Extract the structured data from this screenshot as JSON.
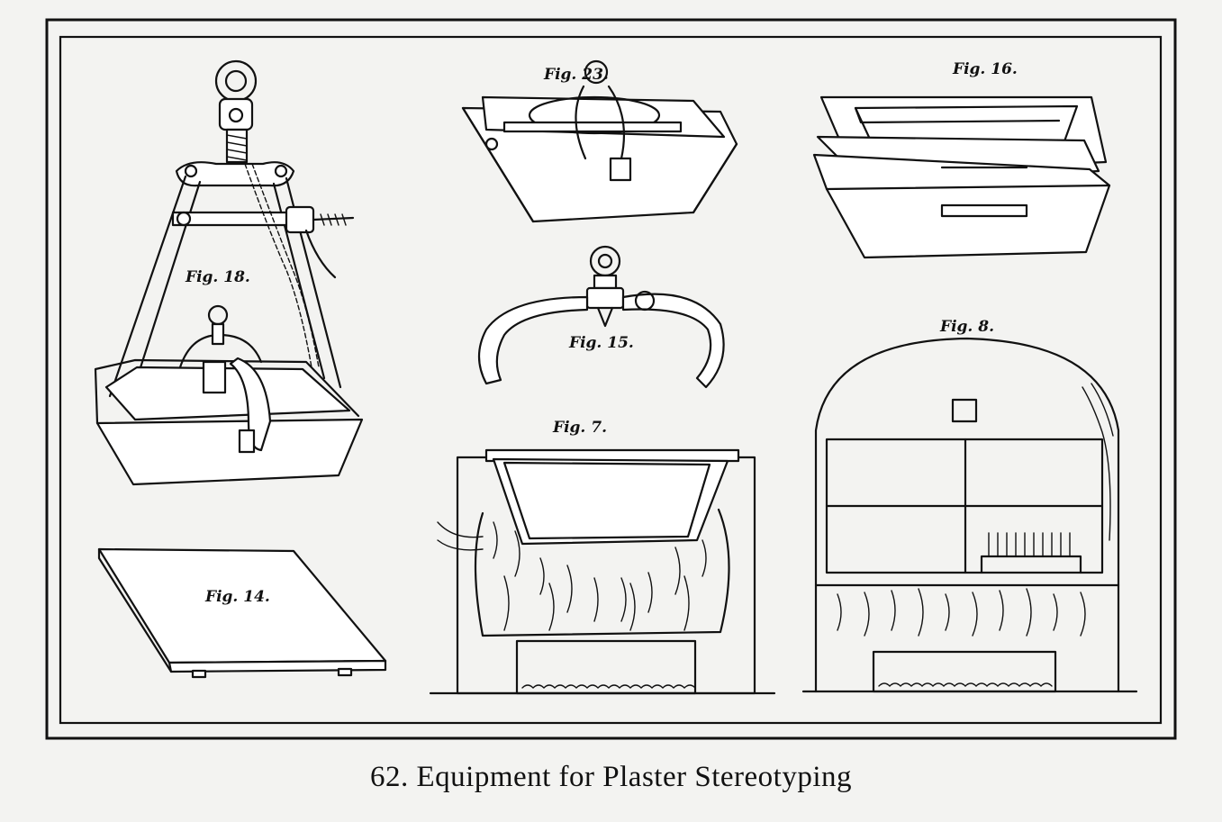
{
  "plate": {
    "figures": [
      {
        "id": "fig-18",
        "label": "Fig. 18."
      },
      {
        "id": "fig-23",
        "label": "Fig. 23."
      },
      {
        "id": "fig-16",
        "label": "Fig. 16."
      },
      {
        "id": "fig-15",
        "label": "Fig. 15."
      },
      {
        "id": "fig-14",
        "label": "Fig. 14."
      },
      {
        "id": "fig-7",
        "label": "Fig. 7."
      },
      {
        "id": "fig-8",
        "label": "Fig. 8."
      }
    ]
  },
  "caption": "62. Equipment for Plaster Stereotyping"
}
